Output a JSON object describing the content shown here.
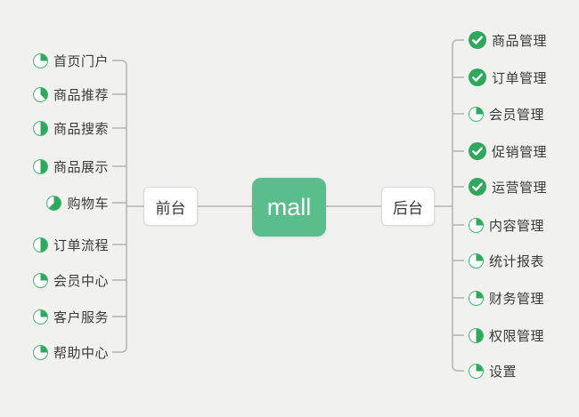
{
  "root": {
    "label": "mall"
  },
  "branches": {
    "left": {
      "label": "前台",
      "items": [
        {
          "label": "首页门户",
          "marker": "progress",
          "progress_percent": 25
        },
        {
          "label": "商品推荐",
          "marker": "progress",
          "progress_percent": 37.5
        },
        {
          "label": "商品搜索",
          "marker": "progress",
          "progress_percent": 50
        },
        {
          "label": "商品展示",
          "marker": "progress",
          "progress_percent": 50
        },
        {
          "label": "购物车",
          "marker": "progress",
          "progress_percent": 62.5
        },
        {
          "label": "订单流程",
          "marker": "progress",
          "progress_percent": 50
        },
        {
          "label": "会员中心",
          "marker": "progress",
          "progress_percent": 25
        },
        {
          "label": "客户服务",
          "marker": "progress",
          "progress_percent": 25
        },
        {
          "label": "帮助中心",
          "marker": "progress",
          "progress_percent": 25
        }
      ]
    },
    "right": {
      "label": "后台",
      "items": [
        {
          "label": "商品管理",
          "marker": "done",
          "progress_percent": 100
        },
        {
          "label": "订单管理",
          "marker": "done",
          "progress_percent": 100
        },
        {
          "label": "会员管理",
          "marker": "progress",
          "progress_percent": 25
        },
        {
          "label": "促销管理",
          "marker": "done",
          "progress_percent": 100
        },
        {
          "label": "运营管理",
          "marker": "done",
          "progress_percent": 100
        },
        {
          "label": "内容管理",
          "marker": "progress",
          "progress_percent": 25
        },
        {
          "label": "统计报表",
          "marker": "progress",
          "progress_percent": 25
        },
        {
          "label": "财务管理",
          "marker": "progress",
          "progress_percent": 25
        },
        {
          "label": "权限管理",
          "marker": "progress",
          "progress_percent": 50
        },
        {
          "label": "设置",
          "marker": "progress",
          "progress_percent": 25
        }
      ]
    }
  },
  "icons": {
    "done_marker": "check-circle-icon",
    "progress_marker": "pie-progress-icon"
  },
  "colors": {
    "background": "#f1f1ef",
    "root_node": "#5abd8c",
    "marker_green": "#2fa85e",
    "marker_ring": "#43b873",
    "connector": "#b3b3b3"
  }
}
